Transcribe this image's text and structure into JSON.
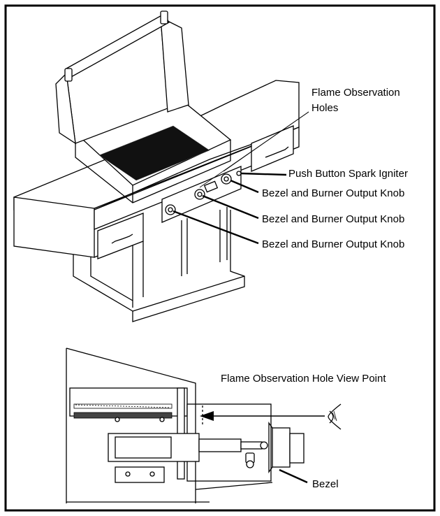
{
  "figure": {
    "top_labels": {
      "flame_holes": [
        "Flame Observation",
        "Holes"
      ],
      "igniter": "Push Button Spark Igniter",
      "knob_1": "Bezel and Burner Output Knob",
      "knob_2": "Bezel and Burner Output Knob",
      "knob_3": "Bezel and Burner Output Knob"
    },
    "bottom_labels": {
      "view_point": "Flame Observation Hole View Point",
      "bezel": "Bezel"
    }
  }
}
